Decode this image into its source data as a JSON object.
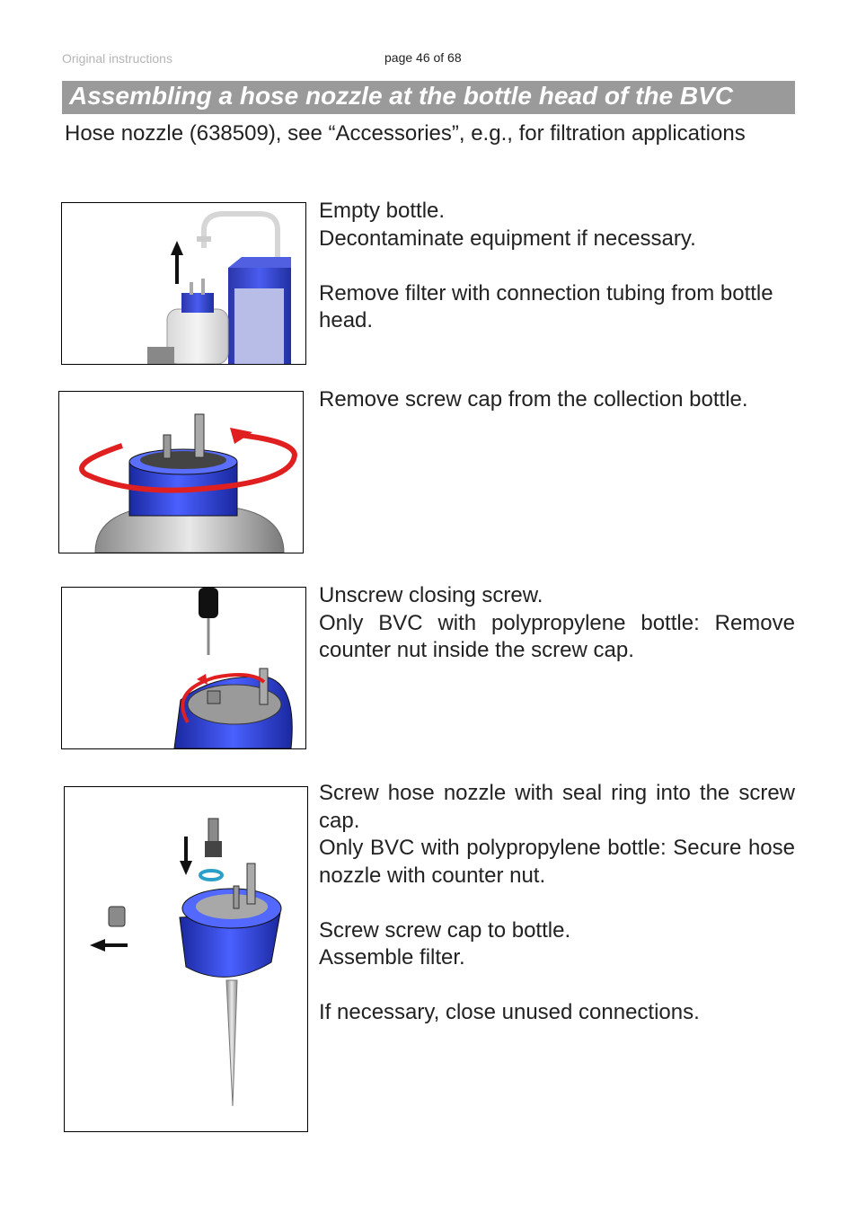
{
  "header": {
    "left_label": "Original instructions",
    "page_label": "page 46 of 68"
  },
  "title": "Assembling a hose nozzle at the bottle head of the BVC",
  "subtitle": "Hose nozzle (638509), see “Accessories”, e.g., for filtration applications",
  "steps": [
    {
      "lines": [
        "Empty bottle.",
        "Decontaminate equipment if necessary.",
        "",
        "Remove filter with connection tubing from bottle head."
      ]
    },
    {
      "lines": [
        "Remove screw cap from the collection bottle."
      ]
    },
    {
      "lines": [
        "Unscrew closing screw.",
        "Only BVC with polypropylene bottle: Remove counter nut inside the screw cap."
      ]
    },
    {
      "lines": [
        "Screw hose nozzle with seal ring into the screw cap.",
        "Only BVC with polypropylene bottle: Secure hose nozzle with counter nut.",
        "",
        "Screw screw cap to bottle.",
        "Assemble filter.",
        "",
        "If necessary, close unused connections."
      ]
    }
  ],
  "colors": {
    "title_bar": "#9a9a9a",
    "cap_blue": "#2f3fd0",
    "arrow_red": "#e02020"
  }
}
